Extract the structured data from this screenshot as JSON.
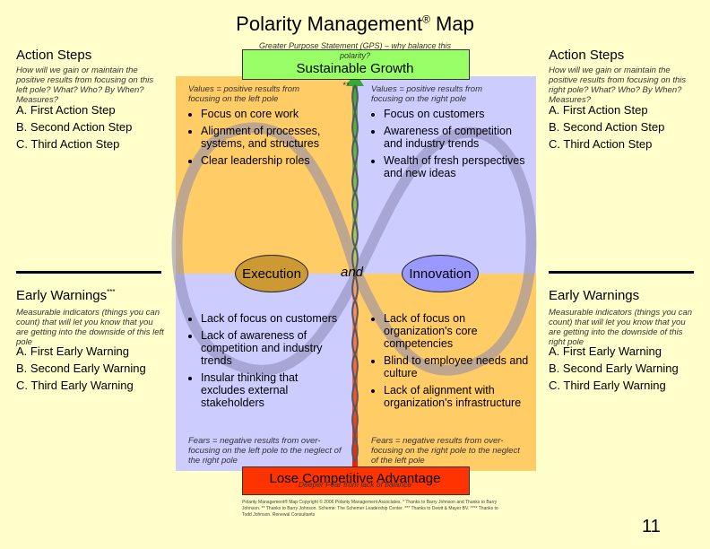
{
  "title": "Polarity Management",
  "title_mark": "®",
  "title_suffix": "Map",
  "gps_label": "Greater Purpose Statement (GPS) – why balance this polarity?",
  "gps_text": "Sustainable Growth",
  "left": {
    "action_heading": "Action Steps",
    "action_question": "How will we gain or maintain the positive results from focusing on this left pole? What? Who? By When? Measures?",
    "action_steps": [
      "A. First Action Step",
      "B. Second Action Step",
      "C. Third Action Step"
    ],
    "warning_heading": "Early Warnings",
    "warning_mark": "***",
    "warning_desc": "Measurable indicators (things you can count) that will let you know that you are getting into the downside of this left pole",
    "warnings": [
      "A. First Early Warning",
      "B. Second Early Warning",
      "C. Third Early Warning"
    ]
  },
  "right": {
    "action_heading": "Action Steps",
    "action_question": "How will we gain or maintain the positive results from focusing on this right pole? What? Who? By When? Measures?",
    "action_steps": [
      "A. First Action Step",
      "B. Second Action Step",
      "C. Third Action Step"
    ],
    "warning_heading": "Early Warnings",
    "warning_desc": "Measurable indicators (things you can count) that will let you know that you are getting into the downside of this right pole",
    "warnings": [
      "A. First Early Warning",
      "B. Second Early Warning",
      "C. Third Early Warning"
    ]
  },
  "quadrants": {
    "upper_left_label": "Values = positive results from focusing on the left pole",
    "upper_left_items": [
      "Focus on core work",
      "Alignment of processes, systems, and structures",
      "Clear leadership roles"
    ],
    "upper_right_label": "Values = positive results from focusing on the right pole",
    "upper_right_items": [
      "Focus on customers",
      "Awareness of competition and industry trends",
      "Wealth of fresh perspectives and new ideas"
    ],
    "lower_left_items": [
      "Lack of focus on customers",
      "Lack of awareness of competition and industry trends",
      "Insular thinking that excludes external stakeholders"
    ],
    "lower_left_fears": "Fears = negative results from over-focusing on the left pole to the neglect of the right pole",
    "lower_right_items": [
      "Lack of focus on organization's core competencies",
      "Blind to employee needs and culture",
      "Lack of alignment with organization's infrastructure"
    ],
    "lower_right_fears": "Fears = negative results from over-focusing on the right pole to the neglect of the left pole"
  },
  "center_mark": "**",
  "pole_left": "Execution",
  "pole_and": "and",
  "pole_right": "Innovation",
  "deeper_fear": "Lose Competitive Advantage",
  "deeper_fear_label": "Deeper Fear from lack of balance",
  "footnote": "Polarity Management® Map Copyright © 2006 Polarity Management Associates. * Thanks to Barry Johnson and Thanks to Barry Johnson. ** Thanks to Barry Johnson. Scheme: The Schemer Leadership Center. *** Thanks to Dewit & Mayer BV. **** Thanks to Todd Johnson. Renewal Consultants",
  "page_number": "11",
  "colors": {
    "background": "#FFFFCC",
    "left_quadrant": "#FFCC66",
    "right_quadrant": "#CCCCFF",
    "gps_box": "#99FF66",
    "deeper_fear_box": "#FF3300",
    "execution_oval": "#CC9933",
    "innovation_oval": "#9999FF"
  }
}
